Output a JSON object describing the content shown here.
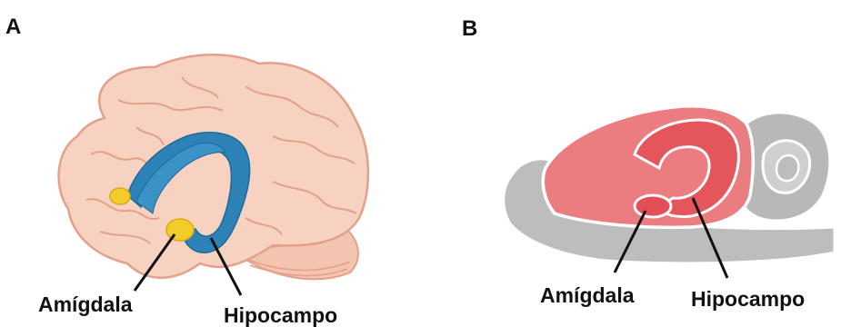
{
  "panels": [
    {
      "letter": "A",
      "labels": {
        "amygdala": "Amígdala",
        "hippocampus": "Hipocampo"
      }
    },
    {
      "letter": "B",
      "labels": {
        "amygdala": "Amígdala",
        "hippocampus": "Hipocampo"
      }
    }
  ],
  "colors": {
    "human_brain_fill": "#f8d2c0",
    "human_brain_outline": "#e3a08a",
    "hippocampus_blue": "#2d83b8",
    "amygdala_yellow": "#f4cc2a",
    "rodent_brain_red": "#eb7c80",
    "rodent_structure_red": "#e5555c",
    "rodent_gray": "#bdbdbd"
  }
}
